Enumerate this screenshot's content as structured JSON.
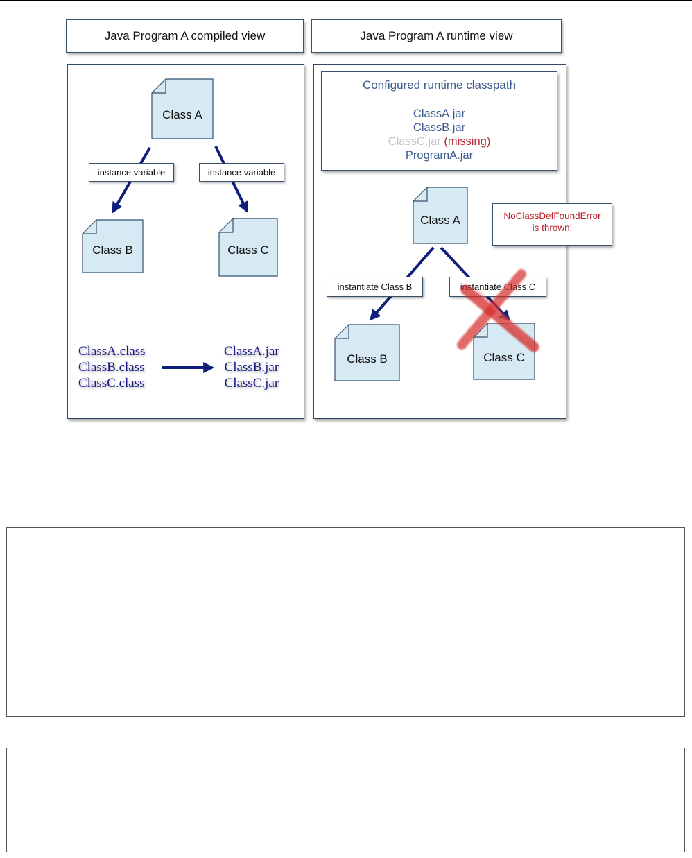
{
  "left_view": {
    "title": "Java Program A compiled view",
    "class_a": "Class A",
    "class_b": "Class B",
    "class_c": "Class C",
    "edge_left": "instance variable",
    "edge_right": "instance variable",
    "class_files": [
      "ClassA.class",
      "ClassB.class",
      "ClassC.class"
    ],
    "jar_files": [
      "ClassA.jar",
      "ClassB.jar",
      "ClassC.jar"
    ]
  },
  "right_view": {
    "title": "Java Program A runtime view",
    "classpath_title": "Configured runtime classpath",
    "classpath_jar_a": "ClassA.jar",
    "classpath_jar_b": "ClassB.jar",
    "classpath_jar_c": "ClassC.jar",
    "classpath_missing": "(missing)",
    "classpath_program": "ProgramA.jar",
    "class_a": "Class A",
    "class_b": "Class B",
    "class_c": "Class C",
    "edge_left": "instantiate Class B",
    "edge_right": "instantiate Class C",
    "error_line1": "NoClassDefFoundError",
    "error_line2": "is thrown!"
  },
  "colors": {
    "arrow": "#0f1e7a",
    "doc_fill": "#d7eaf3",
    "doc_stroke": "#33506f",
    "error_text": "#c0202a",
    "cross": "#d42a2a"
  }
}
